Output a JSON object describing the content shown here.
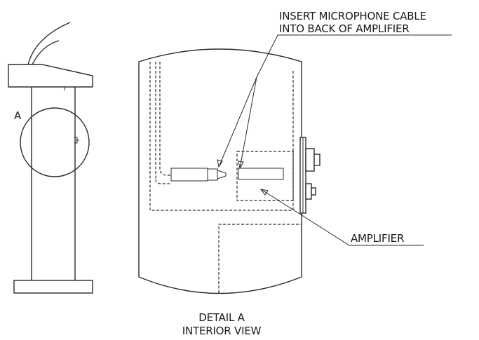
{
  "callouts": {
    "insert_line1": "INSERT MICROPHONE CABLE",
    "insert_line2": "INTO BACK OF AMPLIFIER",
    "amplifier": "AMPLIFIER",
    "detail_marker": "A"
  },
  "caption": {
    "line1": "DETAIL A",
    "line2": "INTERIOR VIEW"
  }
}
